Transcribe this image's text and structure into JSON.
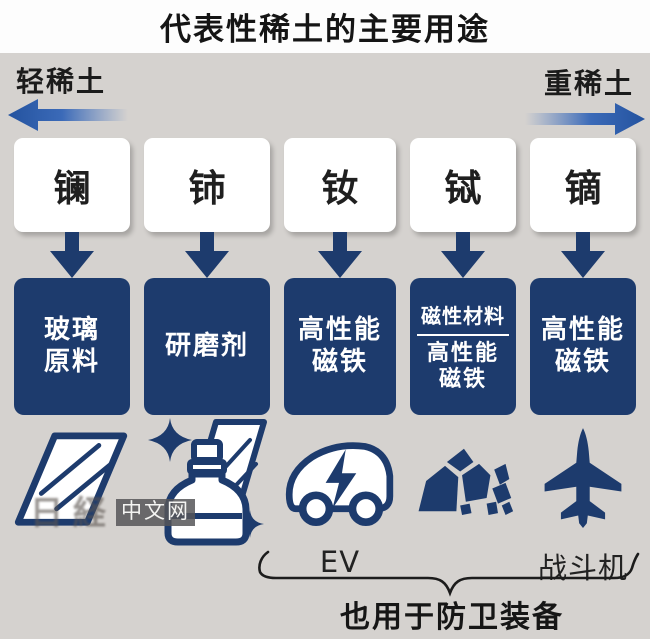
{
  "title": "代表性稀土的主要用途",
  "axis": {
    "left_label": "轻稀土",
    "right_label": "重稀土"
  },
  "columns": [
    {
      "element": "镧",
      "use": "玻璃\n原料",
      "icon": "glass-panes"
    },
    {
      "element": "铈",
      "use": "研磨剂",
      "icon": "polish-bottle-and-glass"
    },
    {
      "element": "钕",
      "use": "高性能\n磁铁",
      "icon": "ev-car",
      "caption": "EV"
    },
    {
      "element": "铽",
      "use_top": "磁性材料",
      "use": "高性能\n磁铁",
      "icon": "ore-rocks"
    },
    {
      "element": "镝",
      "use": "高性能\n磁铁",
      "icon": "fighter-jet",
      "caption": "战斗机"
    }
  ],
  "footer": {
    "defense_note": "也用于防卫装备"
  },
  "watermark": {
    "faded": "日経",
    "boxed": "中文网"
  },
  "colors": {
    "navy": "#1d3b6d",
    "arrow_blue": "#2c5fb3",
    "background": "#d5d2cf",
    "card_white": "#ffffff"
  }
}
